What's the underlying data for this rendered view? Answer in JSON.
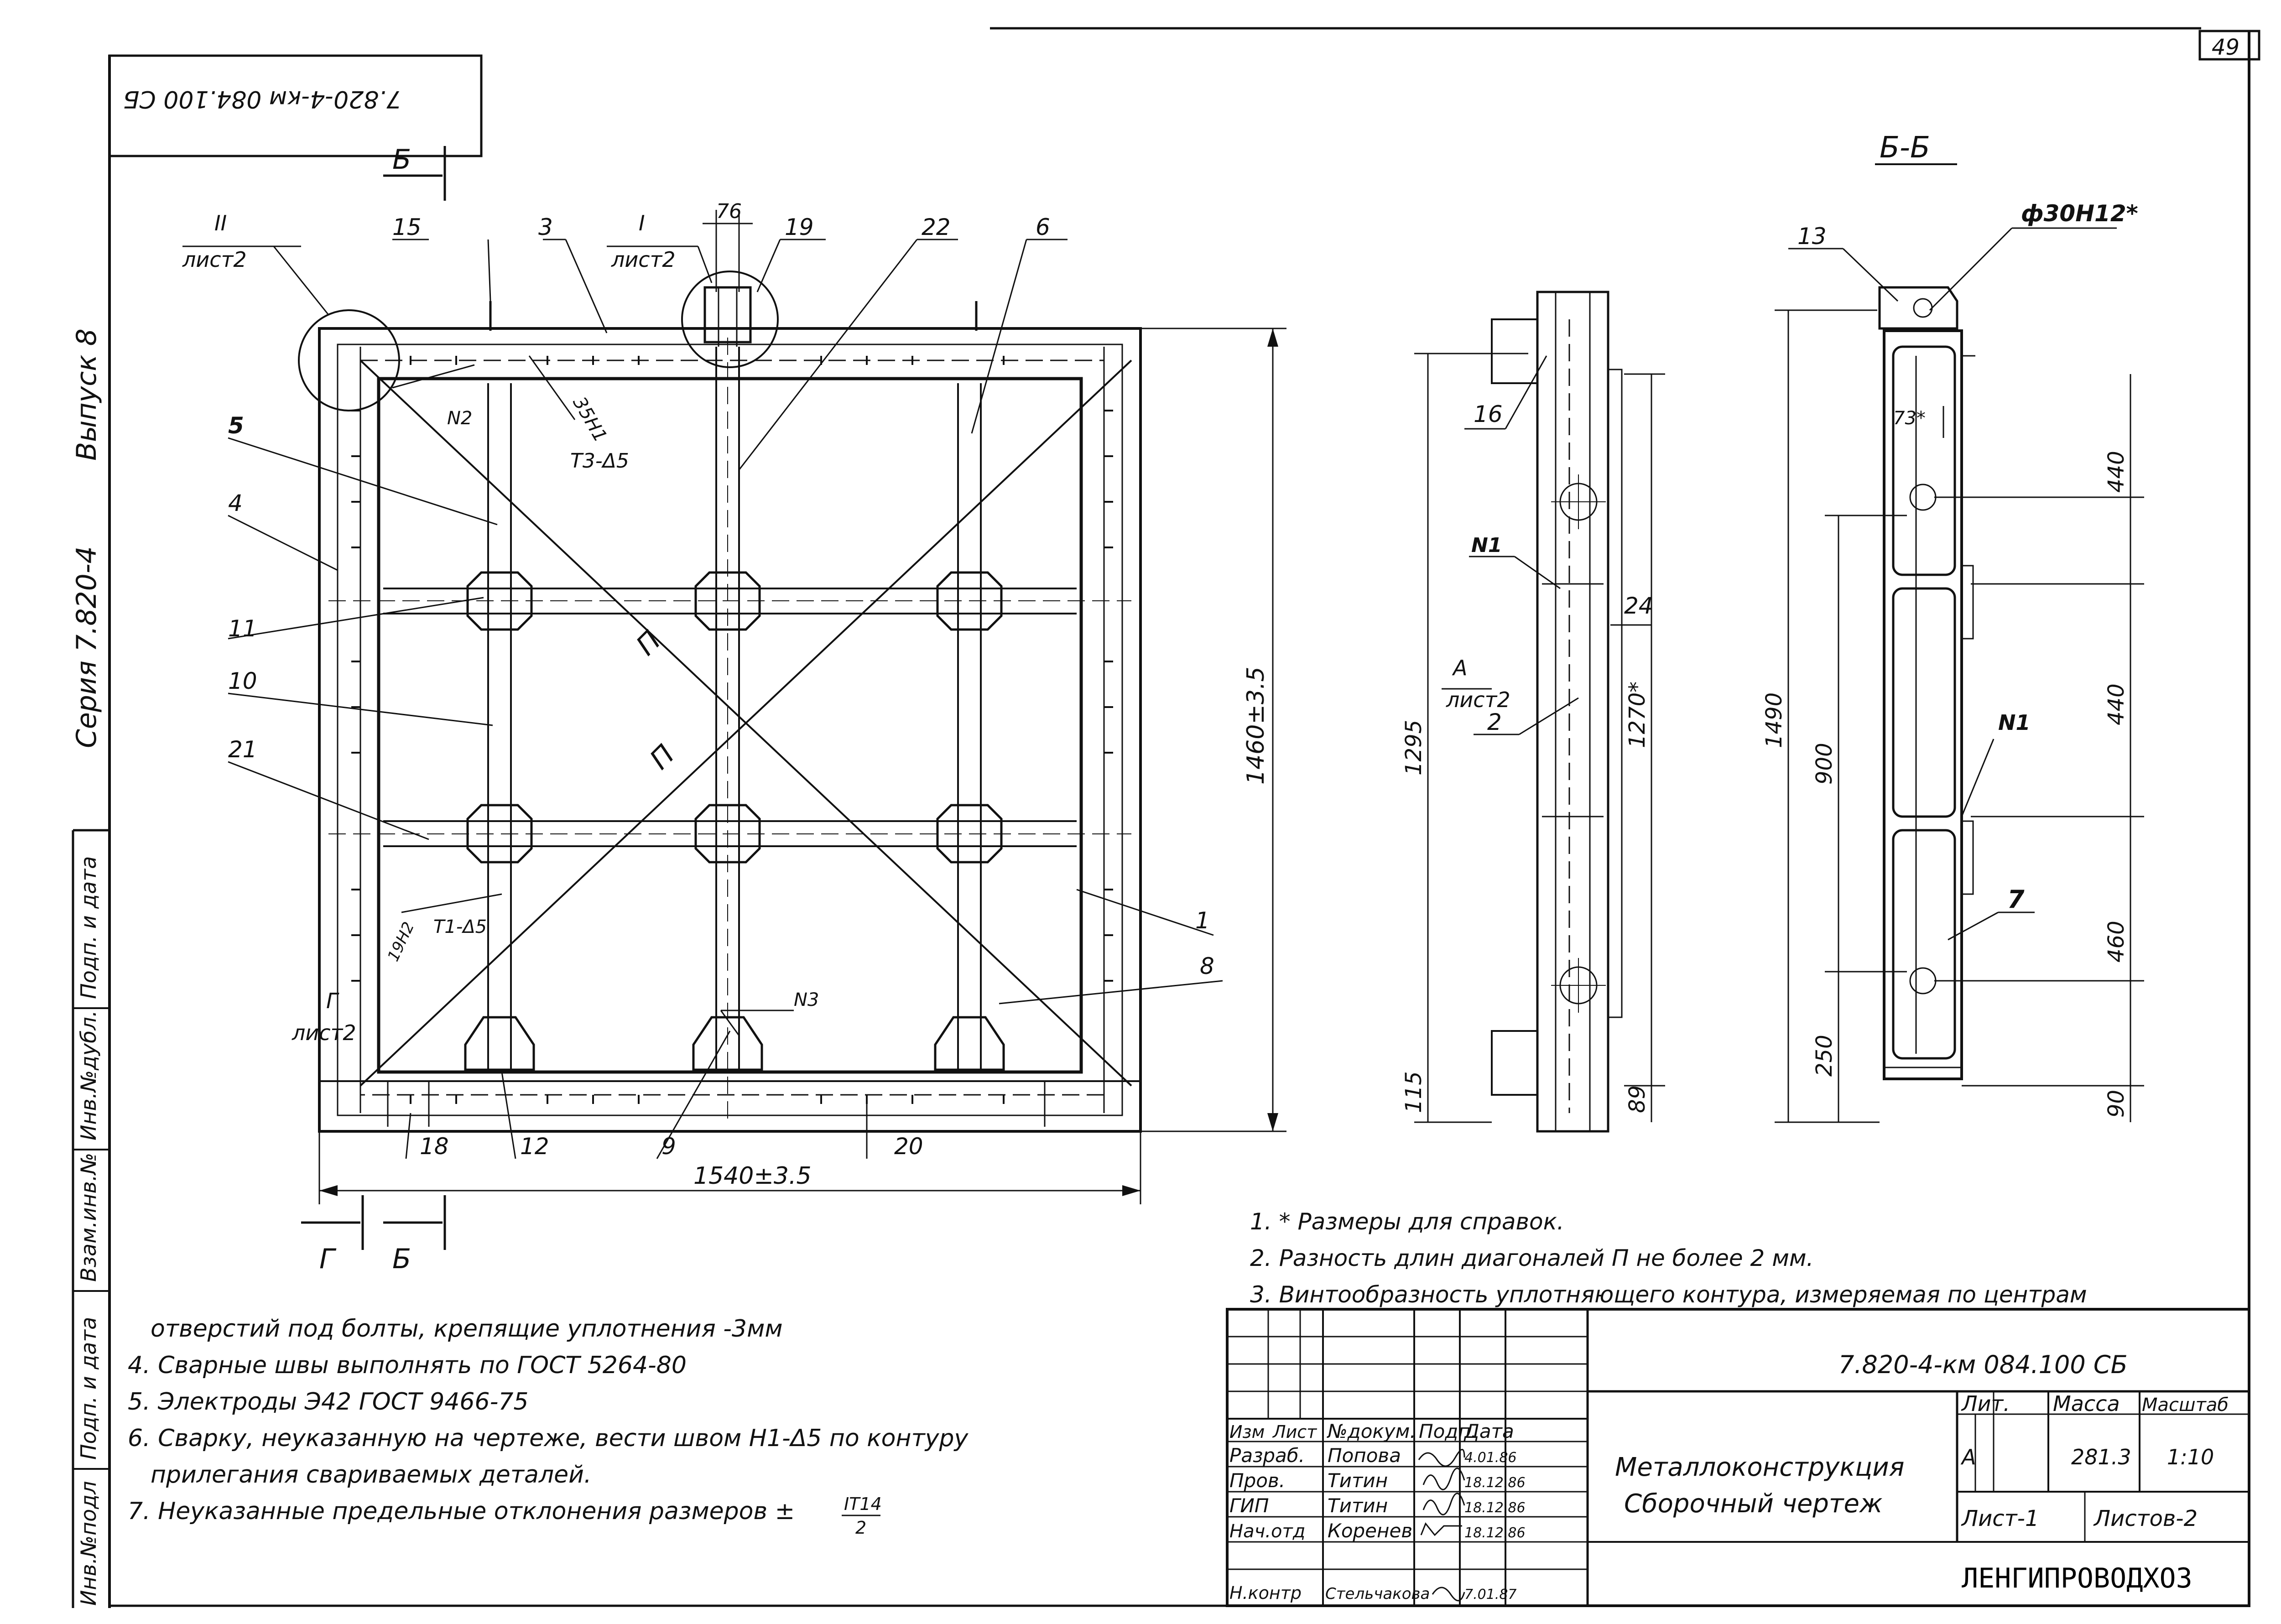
{
  "page_number": "49",
  "rotated_code": "7.820-4-км 084.100 СБ",
  "series": "Серия 7.820-4",
  "issue": "Выпуск 8",
  "side_stamp": [
    "Инв.№подл",
    "Подп. и дата",
    "Взам.инв.№",
    "Инв.№дубл.",
    "Подп. и дата"
  ],
  "section_bb": "Б-Б",
  "section_mark": "Б",
  "section_mark_g": "Г",
  "callouts": {
    "c2": "2",
    "c1": "1",
    "c3": "3",
    "c4": "4",
    "c5": "5",
    "c6": "6",
    "c7": "7",
    "c8": "8",
    "c9": "9",
    "c10": "10",
    "c11": "11",
    "c12": "12",
    "c13": "13",
    "c15": "15",
    "c16": "16",
    "c18": "18",
    "c19": "19",
    "c20": "20",
    "c21": "21",
    "c22": "22",
    "c24": "24"
  },
  "sheet_refs": {
    "II": "II",
    "I": "I",
    "sheet2": "лист2",
    "A": "А",
    "G": "Г"
  },
  "weld_marks": {
    "n1": "N1",
    "n2": "N2",
    "n3": "N3",
    "w35": "35Н1",
    "t3": "Т3-Δ5",
    "t1": "Т1-Δ5",
    "w19": "19Н2"
  },
  "diag_label": "П",
  "dims": {
    "d76": "76",
    "d1460": "1460±3.5",
    "d1540": "1540±3.5",
    "d1295": "1295",
    "d1270": "1270*",
    "d115": "115",
    "d89": "89",
    "d1490": "1490",
    "d900": "900",
    "d250": "250",
    "d440a": "440",
    "d440b": "440",
    "d460": "460",
    "d90": "90",
    "d73": "73*",
    "phi": "ф30Н12*"
  },
  "notes_right": [
    "1. * Размеры для справок.",
    "2. Разность длин диагоналей П не более 2 мм.",
    "3. Винтообразность уплотняющего контура, измеряемая по центрам"
  ],
  "notes_left": [
    "отверстий под болты, крепящие уплотнения -3мм",
    "4. Сварные швы выполнять по ГОСТ 5264-80",
    "5. Электроды Э42 ГОСТ 9466-75",
    "6. Сварку, неуказанную на чертеже, вести швом Н1-Δ5 по контуру",
    "прилегания свариваемых деталей.",
    "7. Неуказанные предельные отклонения размеров ±"
  ],
  "tolerance": {
    "num": "IT14",
    "den": "2"
  },
  "title_block": {
    "doc_code": "7.820-4-км 084.100 СБ",
    "headers": [
      "Изм",
      "Лист",
      "№докум.",
      "Подп.",
      "Дата"
    ],
    "rows": [
      {
        "role": "Разраб.",
        "name": "Попова",
        "date": "4.01.86"
      },
      {
        "role": "Пров.",
        "name": "Титин",
        "date": "18.12.86"
      },
      {
        "role": "ГИП",
        "name": "Титин",
        "date": "18.12.86"
      },
      {
        "role": "Нач.отд",
        "name": "Коренев",
        "date": "18.12.86"
      },
      {
        "role": "Н.контр",
        "name": "Стельчакова",
        "date": "7.01.87"
      }
    ],
    "title1": "Металлоконструкция",
    "title2": "Сборочный чертеж",
    "lit_label": "Лит.",
    "mass_label": "Масса",
    "scale_label": "Масштаб",
    "lit": "А",
    "mass": "281.3",
    "scale": "1:10",
    "sheet": "Лист-1",
    "sheets": "Листов-2",
    "org": "ЛЕНГИПРОВОДХОЗ"
  }
}
